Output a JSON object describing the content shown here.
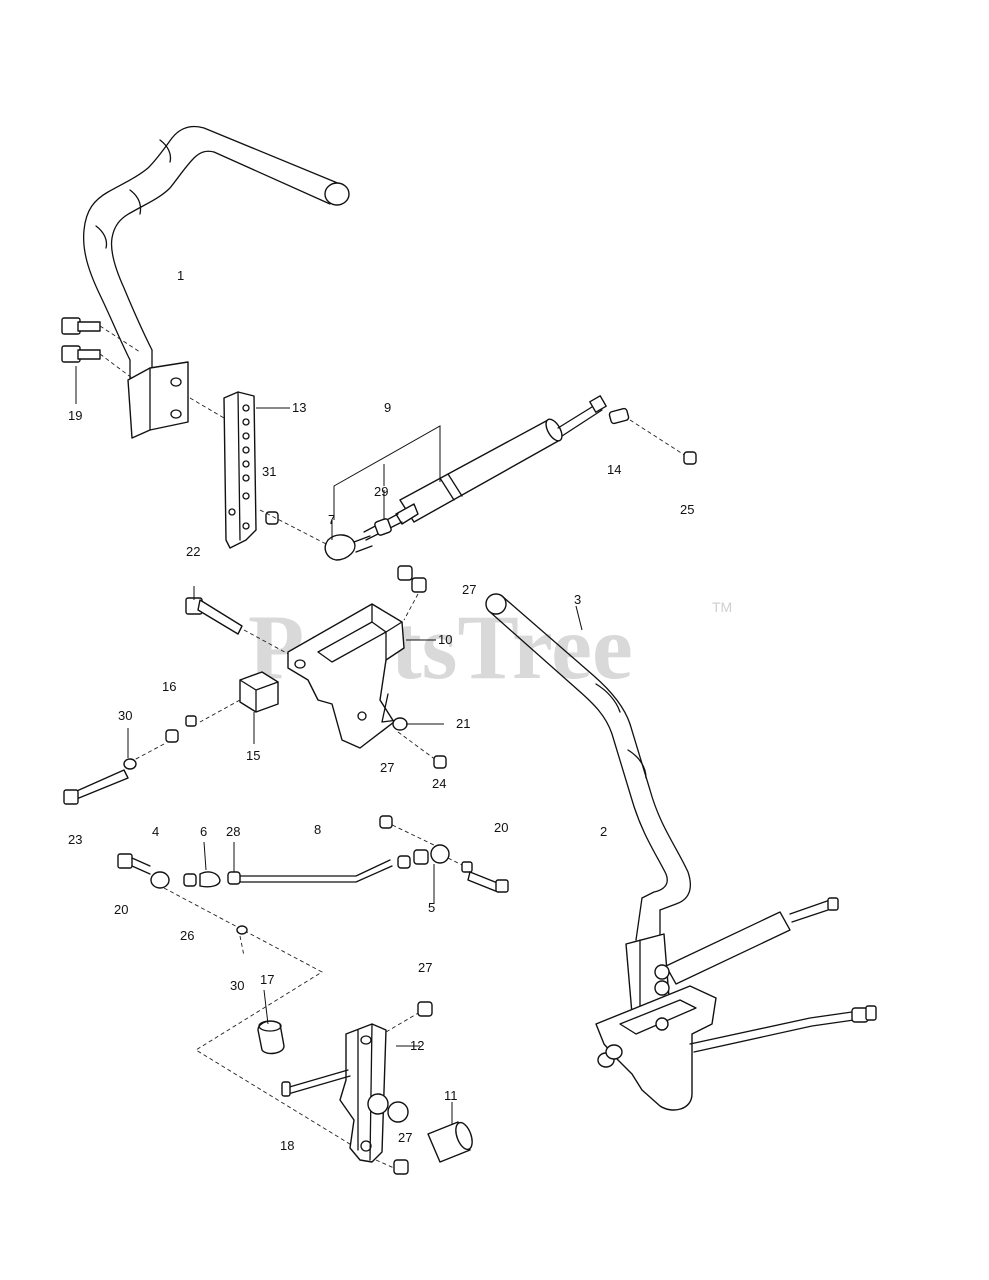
{
  "watermark": {
    "text": "PartsTree",
    "trademark": "TM"
  },
  "callouts": {
    "c1": "1",
    "c2": "2",
    "c3": "3",
    "c4": "4",
    "c5": "5",
    "c6": "6",
    "c7": "7",
    "c8": "8",
    "c9": "9",
    "c10": "10",
    "c11": "11",
    "c12": "12",
    "c13": "13",
    "c14": "14",
    "c15": "15",
    "c16": "16",
    "c17": "17",
    "c18": "18",
    "c19": "19",
    "c20a": "20",
    "c20b": "20",
    "c21": "21",
    "c22": "22",
    "c23": "23",
    "c24": "24",
    "c25": "25",
    "c26": "26",
    "c27a": "27",
    "c27b": "27",
    "c27c": "27",
    "c27d": "27",
    "c28": "28",
    "c29": "29",
    "c30a": "30",
    "c30b": "30",
    "c31": "31"
  }
}
